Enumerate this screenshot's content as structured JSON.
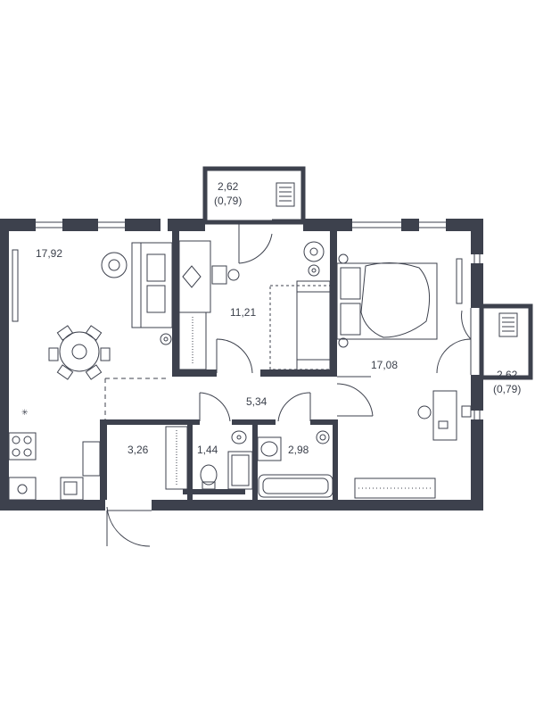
{
  "floor_plan": {
    "colors": {
      "wall": "#3d414d",
      "line": "#3d414d",
      "background": "#ffffff",
      "text": "#3a3f4a"
    },
    "rooms": [
      {
        "id": "living-room",
        "area": "17,92",
        "icons": [
          "sofa-icon",
          "dining-table-icon",
          "plant-icon"
        ]
      },
      {
        "id": "bedroom-small",
        "area": "11,21",
        "icons": [
          "sofa-bed-icon",
          "desk-icon",
          "wardrobe-icon"
        ]
      },
      {
        "id": "bedroom-large",
        "area": "17,08",
        "icons": [
          "double-bed-icon",
          "desk-icon",
          "wardrobe-icon"
        ]
      },
      {
        "id": "hallway",
        "area": "5,34",
        "icons": []
      },
      {
        "id": "entry",
        "area": "3,26",
        "icons": [
          "wardrobe-icon"
        ]
      },
      {
        "id": "toilet",
        "area": "1,44",
        "icons": [
          "toilet-icon",
          "washing-machine-icon"
        ]
      },
      {
        "id": "bathroom",
        "area": "2,98",
        "icons": [
          "bathtub-icon",
          "sink-icon"
        ]
      }
    ],
    "balconies": [
      {
        "id": "balcony-top",
        "area": "2,62",
        "reduced_area": "(0,79)",
        "icons": [
          "radiator-icon"
        ]
      },
      {
        "id": "balcony-right",
        "area": "2,62",
        "reduced_area": "(0,79)",
        "icons": [
          "radiator-icon"
        ]
      }
    ],
    "kitchen_icons": [
      "stove-icon",
      "sink-icon",
      "fridge-icon"
    ]
  }
}
